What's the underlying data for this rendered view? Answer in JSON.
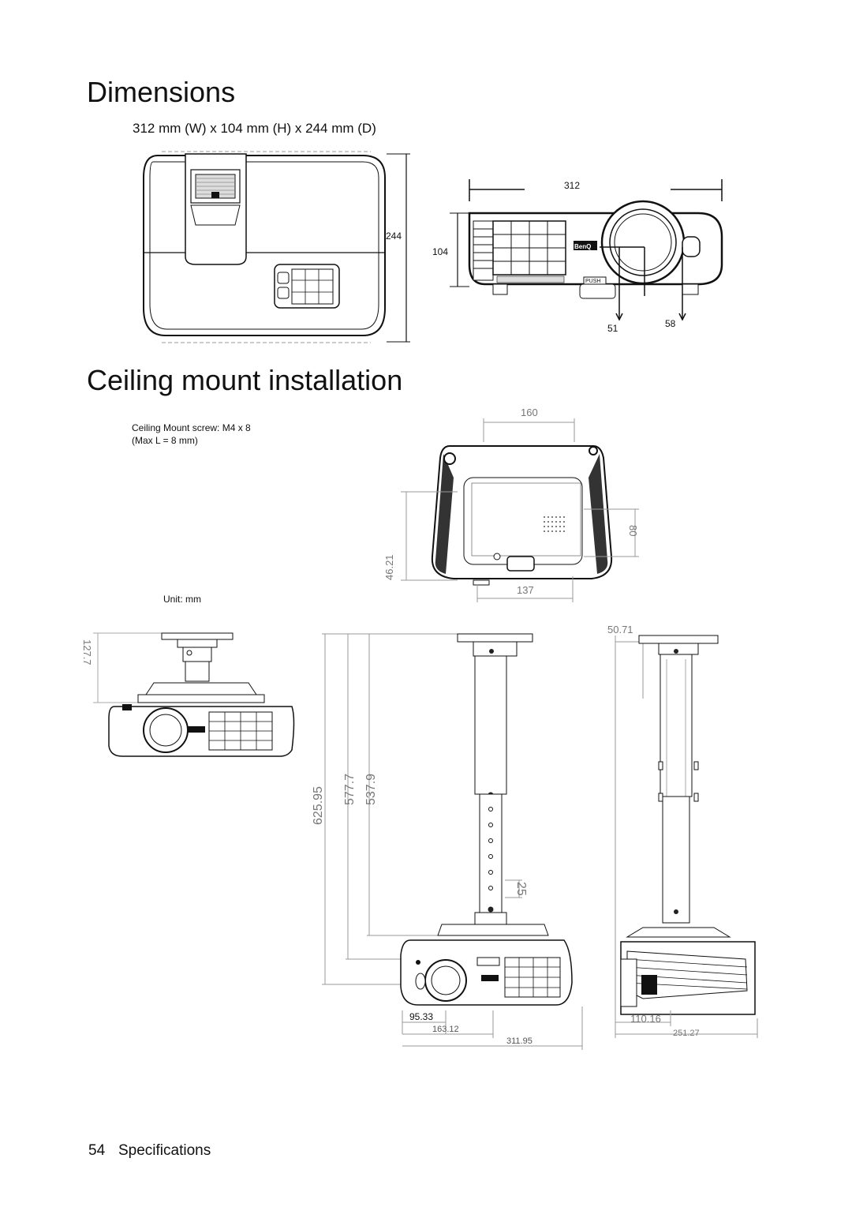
{
  "page": {
    "section_title_1": "Dimensions",
    "dimensions_spec": "312 mm (W) x 104 mm (H) x 244 mm (D)",
    "section_title_2": "Ceiling mount installation",
    "screw_note_line1": "Ceiling Mount screw: M4 x 8",
    "screw_note_line2": "(Max L = 8 mm)",
    "unit_note": "Unit: mm",
    "footer_page_number": "54",
    "footer_section": "Specifications"
  },
  "top_view": {
    "depth_label": "244"
  },
  "front_view": {
    "width_label": "312",
    "height_label": "104",
    "offset_label_1": "51",
    "offset_label_2": "58",
    "brand_label": "BenQ",
    "push_label": "PUSH"
  },
  "bottom_view": {
    "label_top": "160",
    "label_right": "80",
    "label_left": "46.21",
    "label_bottom": "137"
  },
  "mount_views": {
    "left_height": "127.7",
    "label_625": "625.95",
    "label_577": "577.7",
    "label_537": "537.9",
    "label_25": "25",
    "label_95": "95.33",
    "label_163": "163.12",
    "label_311": "311.95",
    "label_50": "50.71",
    "label_110": "110.16",
    "label_251": "251.27"
  },
  "colors": {
    "line": "#111111",
    "dim_grey": "#888888"
  }
}
